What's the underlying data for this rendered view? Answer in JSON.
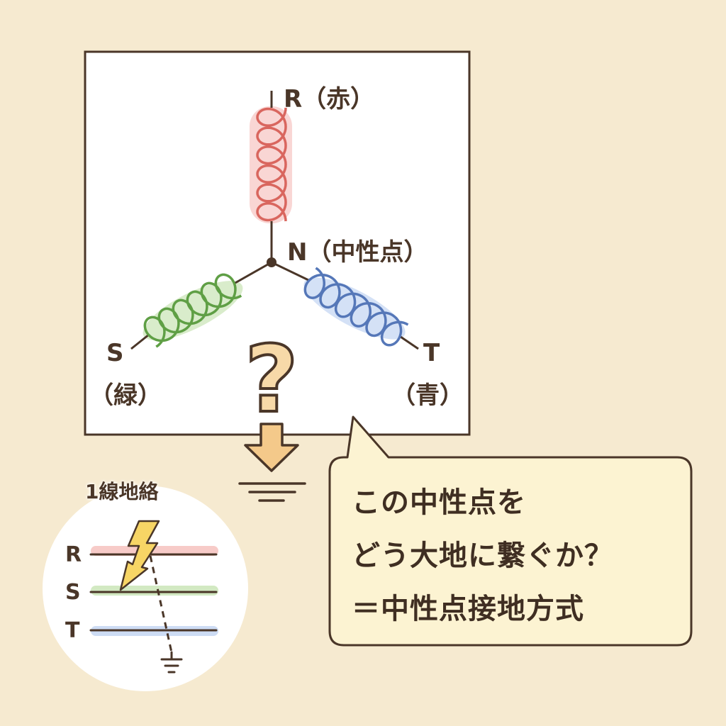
{
  "diagram": {
    "phases": {
      "r": {
        "label": "R（赤）",
        "color": "#e07a72"
      },
      "s_name": "S",
      "s_color_label": "（緑）",
      "s_color": "#7ab85a",
      "t_name": "T",
      "t_color_label": "（青）",
      "t_color": "#6b8fcf",
      "neutral": "N（中性点）"
    },
    "question_mark": "?",
    "callout": {
      "line1": "この中性点を",
      "line2": "どう大地に繋ぐか？",
      "line3": "＝中性点接地方式"
    },
    "fault_inset": {
      "title": "1線地絡",
      "lines": [
        "R",
        "S",
        "T"
      ]
    }
  }
}
